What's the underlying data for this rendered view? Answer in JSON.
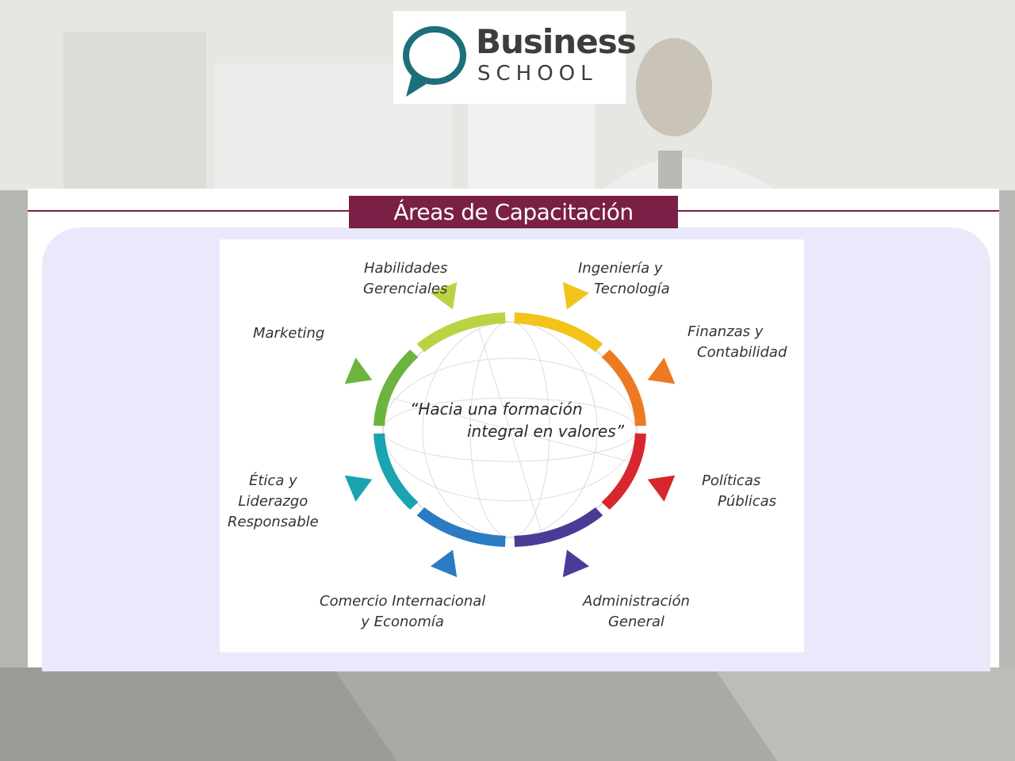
{
  "logo": {
    "line1": "Business",
    "line2": "SCHOOL",
    "mark_color": "#1d6f7b"
  },
  "title": "Áreas de Capacitación",
  "brand_color": "#7a1f45",
  "center_quote": {
    "line1": "“Hacia una formación",
    "line2": "integral en valores”"
  },
  "areas": [
    {
      "name": "habilidades-gerenciales",
      "lines": [
        "Habilidades",
        "Gerenciales"
      ],
      "color": "#b9d443"
    },
    {
      "name": "ingenieria-tecnologia",
      "lines": [
        "Ingeniería y",
        "Tecnología"
      ],
      "color": "#f2c319"
    },
    {
      "name": "finanzas-contabilidad",
      "lines": [
        "Finanzas y",
        "Contabilidad"
      ],
      "color": "#ec7a23"
    },
    {
      "name": "politicas-publicas",
      "lines": [
        "Políticas",
        "Públicas"
      ],
      "color": "#d7262e"
    },
    {
      "name": "administracion-general",
      "lines": [
        "Administración",
        "General"
      ],
      "color": "#4b3b97"
    },
    {
      "name": "comercio-internacional",
      "lines": [
        "Comercio Internacional",
        "y Economía"
      ],
      "color": "#2a7bc2"
    },
    {
      "name": "etica-liderazgo",
      "lines": [
        "Ética y",
        "Liderazgo",
        "Responsable"
      ],
      "color": "#1aa3b0"
    },
    {
      "name": "marketing",
      "lines": [
        "Marketing"
      ],
      "color": "#6db33f"
    }
  ]
}
